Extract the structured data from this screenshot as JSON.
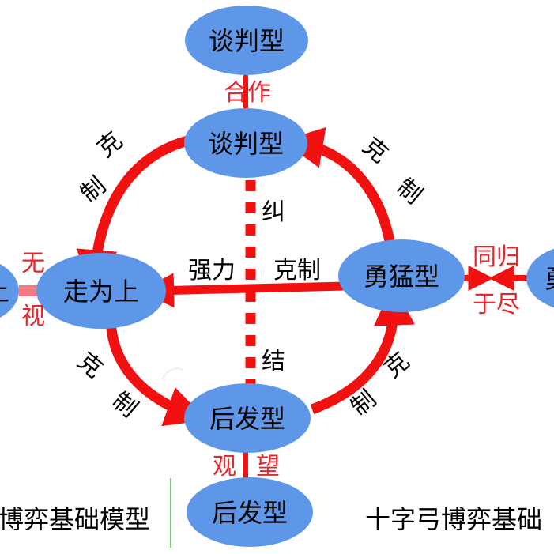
{
  "colors": {
    "node_fill": "#5f97e8",
    "arrow_red": "#f21111",
    "label_red": "#e8262c",
    "text_black": "#000000",
    "divider_green": "#7cc576"
  },
  "nodes": {
    "top_outer": "谈判型",
    "top_inner": "谈判型",
    "left_inner": "走为上",
    "left_outer_partial": "上",
    "right_inner": "勇猛型",
    "right_outer_partial": "勇",
    "bottom_inner": "后发型",
    "bottom_outer": "后发型"
  },
  "labels": {
    "cooperate": "合作",
    "upper_left_ke": "克",
    "upper_left_zhi": "制",
    "upper_right_ke": "克",
    "upper_right_zhi": "制",
    "lower_left_ke": "克",
    "lower_left_zhi": "制",
    "lower_right_ke": "克",
    "lower_right_zhi": "制",
    "center_jiu": "纠",
    "center_jie": "结",
    "force_qiangli": "强力",
    "force_kezhi": "克制",
    "ignore_wu": "无",
    "ignore_shi": "视",
    "mutual_top": "同归",
    "mutual_bottom": "于尽",
    "watch_guan": "观",
    "watch_wang": "望"
  },
  "captions": {
    "left": "博弈基础模型",
    "right": "十字弓博弈基础"
  }
}
